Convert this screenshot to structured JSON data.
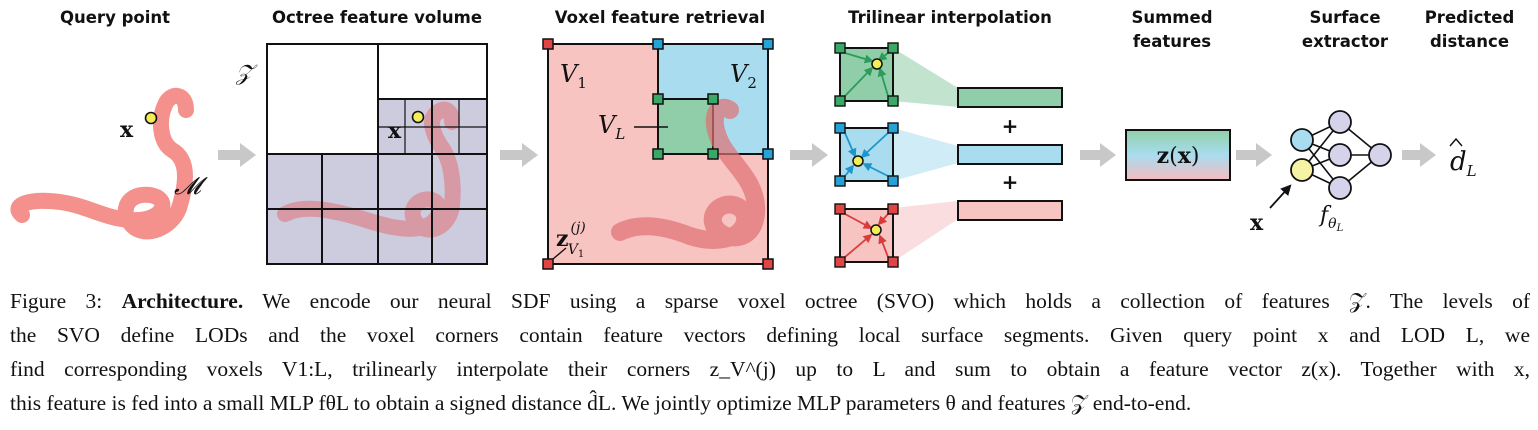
{
  "stages": [
    {
      "id": "query",
      "title": "Query point"
    },
    {
      "id": "octree",
      "title": "Octree feature volume"
    },
    {
      "id": "voxel",
      "title": "Voxel feature retrieval"
    },
    {
      "id": "trilinear",
      "title": "Trilinear interpolation"
    },
    {
      "id": "summed",
      "title": "Summed features"
    },
    {
      "id": "surface",
      "title": "Surface extractor"
    },
    {
      "id": "predicted",
      "title": "Predicted distance"
    }
  ],
  "labels": {
    "x": "x",
    "mesh": "𝓜",
    "feature_set": "𝒵",
    "v1": "V₁",
    "v2": "V₂",
    "vl": "V_L",
    "corner_feature": "z_{V₁}^{(j)}",
    "z_of_x": "z(x)",
    "plus": "+",
    "mlp": "f_{θ_L}",
    "distance": "d̂_L"
  },
  "caption": {
    "figure_label": "Figure 3:",
    "title": "Architecture.",
    "line1": "We encode our neural SDF using a sparse voxel octree (SVO) which holds a collection of features 𝒵. The levels of",
    "line2": "the SVO define LODs and the voxel corners contain feature vectors defining local surface segments. Given query point x and LOD L, we",
    "line3": "find corresponding voxels V1:L, trilinearly interpolate their corners z_V^(j) up to L and sum to obtain a feature vector z(x). Together with x,",
    "line4": "this feature is fed into a small MLP fθL to obtain a signed distance d̂L. We jointly optimize MLP parameters θ and features 𝒵 end-to-end."
  },
  "colors": {
    "snake": "#f4918c",
    "octree_fill": "#ccccde",
    "v1_fill": "#f7c4c1",
    "v2_fill": "#a9dcef",
    "vl_fill": "#8fcea8",
    "green_corner": "#3aa867",
    "blue_corner": "#25a2d8",
    "red_corner": "#e04444",
    "query_point": "#f3ee58",
    "mlp_input": "#f6f3a4",
    "mlp_node": "#d5d3ec",
    "arrow_gray": "#c8c8c8"
  }
}
